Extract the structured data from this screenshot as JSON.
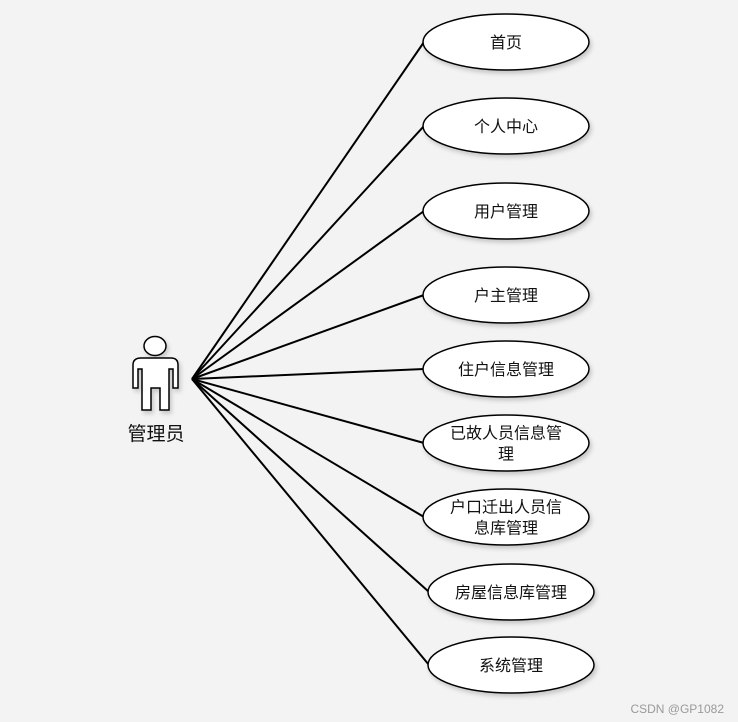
{
  "actor": {
    "label": "管理员",
    "icon": "person-icon"
  },
  "use_cases": [
    {
      "lines": [
        "首页"
      ]
    },
    {
      "lines": [
        "个人中心"
      ]
    },
    {
      "lines": [
        "用户管理"
      ]
    },
    {
      "lines": [
        "户主管理"
      ]
    },
    {
      "lines": [
        "住户信息管理"
      ]
    },
    {
      "lines": [
        "已故人员信息管",
        "理"
      ]
    },
    {
      "lines": [
        "户口迁出人员信",
        "息库管理"
      ]
    },
    {
      "lines": [
        "房屋信息库管理"
      ]
    },
    {
      "lines": [
        "系统管理"
      ]
    }
  ],
  "watermark": "CSDN @GP1082",
  "colors": {
    "background": "#f3f3f3",
    "ellipse_fill": "#ffffff",
    "stroke": "#000000"
  }
}
